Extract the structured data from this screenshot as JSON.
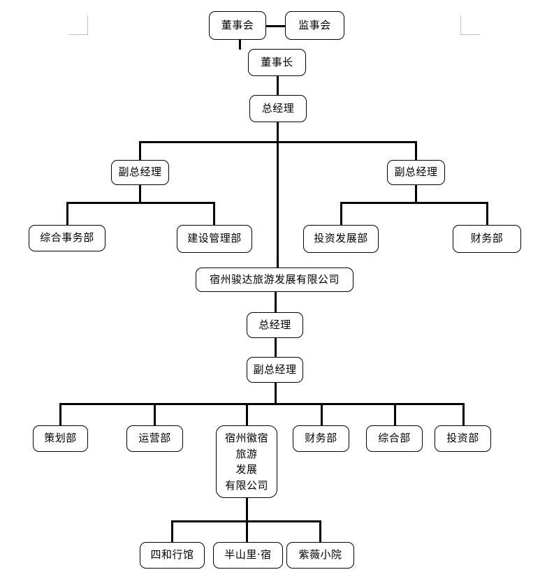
{
  "document": {
    "type": "organization-chart",
    "title": "组织架构图",
    "language": "zh-CN",
    "line_color": "#000000",
    "box_border_color": "#000000",
    "background_color": "#ffffff",
    "guide_mark_color": "#bfbfbf"
  },
  "nodes": {
    "board_of_directors": "董事会",
    "board_of_supervisors": "监事会",
    "chairman": "董事长",
    "general_manager_top": "总经理",
    "deputy_gm_left": "副总经理",
    "deputy_gm_right": "副总经理",
    "comprehensive_affairs_dept": "综合事务部",
    "construction_management_dept": "建设管理部",
    "investment_development_dept": "投资发展部",
    "finance_dept_upper": "财务部",
    "subsidiary_junda": "宿州骏达旅游发展有限公司",
    "general_manager_sub": "总经理",
    "deputy_gm_sub": "副总经理",
    "planning_dept": "策划部",
    "operations_dept": "运营部",
    "subsidiary_huisu": "宿州徽宿\n旅游\n发展\n有限公司",
    "finance_dept_lower": "财务部",
    "comprehensive_dept": "综合部",
    "investment_dept": "投资部",
    "hotel_sihe": "四和行馆",
    "hotel_banshanli": "半山里·宿",
    "hotel_ziwei": "紫薇小院"
  }
}
